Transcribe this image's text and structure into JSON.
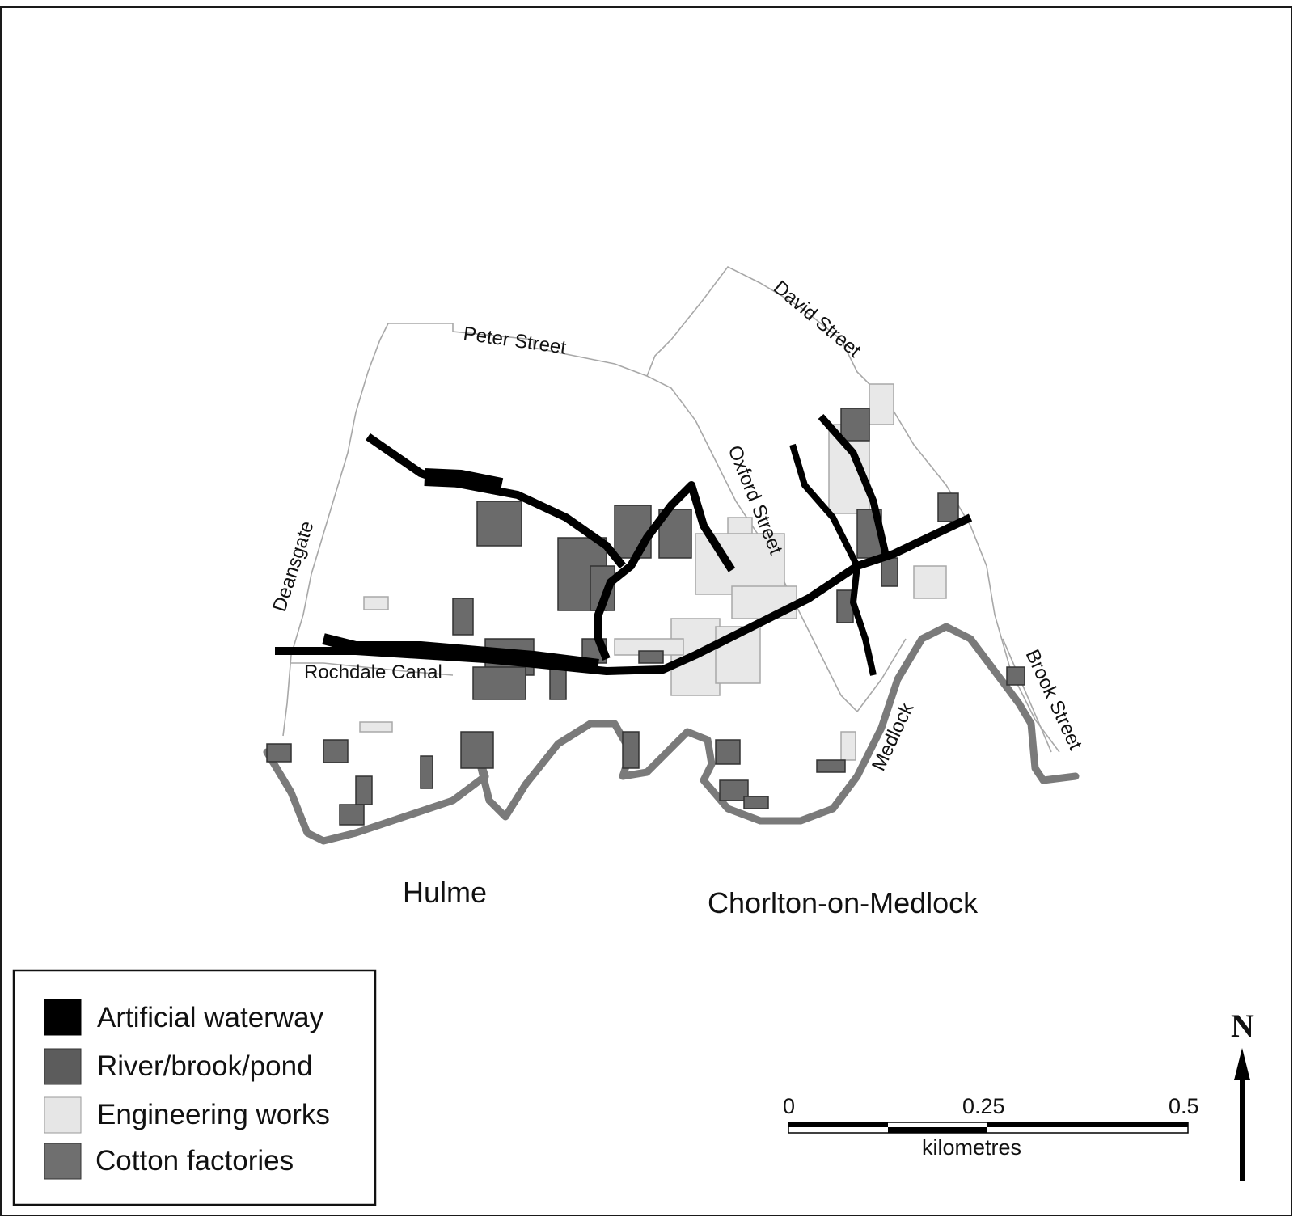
{
  "streets": {
    "peter": "Peter Street",
    "david": "David Street",
    "oxford": "Oxford Street",
    "deansgate": "Deansgate",
    "rochdale": "Rochdale Canal",
    "medlock": "Medlock",
    "brook": "Brook Street"
  },
  "areas": {
    "hulme": "Hulme",
    "chorlton": "Chorlton-on-Medlock"
  },
  "legend": {
    "items": [
      {
        "label": "Artificial waterway",
        "color": "#000000"
      },
      {
        "label": "River/brook/pond",
        "color": "#5c5c5c"
      },
      {
        "label": "Engineering works",
        "color": "#e6e6e6"
      },
      {
        "label": "Cotton factories",
        "color": "#6f6f6f"
      }
    ]
  },
  "scale_bar": {
    "ticks": [
      "0",
      "0.25",
      "0.5"
    ],
    "unit": "kilometres"
  },
  "north": {
    "label": "N"
  },
  "colors": {
    "waterway": "#000000",
    "river": "#7a7a7a",
    "cotton": "#6b6b6b",
    "engineering": "#e8e8e8",
    "street_outline": "#b0b0b0"
  }
}
